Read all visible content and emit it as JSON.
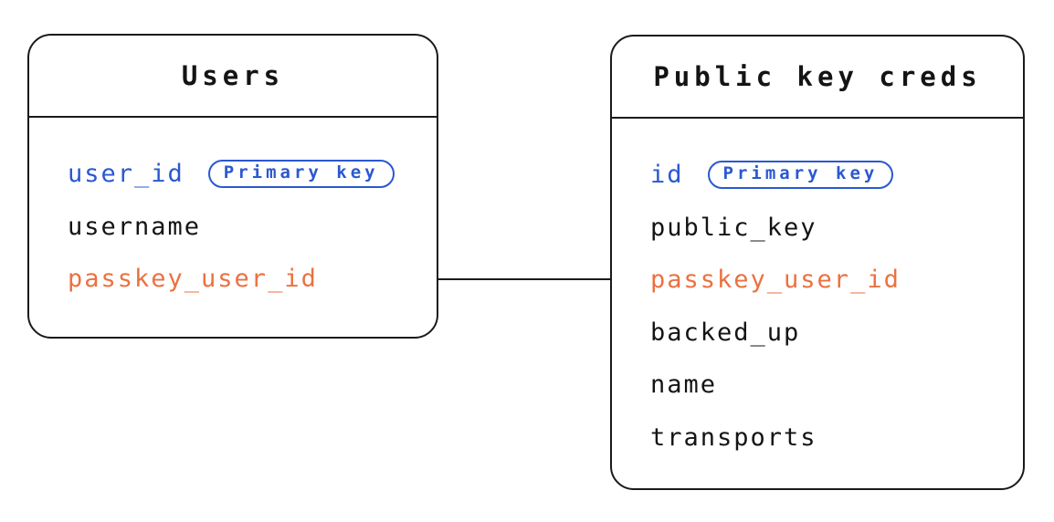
{
  "diagram": {
    "tables": [
      {
        "title": "Users",
        "fields": [
          {
            "name": "user_id",
            "badge": "Primary key"
          },
          {
            "name": "username"
          },
          {
            "name": "passkey_user_id"
          }
        ]
      },
      {
        "title": "Public key creds",
        "fields": [
          {
            "name": "id",
            "badge": "Primary key"
          },
          {
            "name": "public_key"
          },
          {
            "name": "passkey_user_id"
          },
          {
            "name": "backed_up"
          },
          {
            "name": "name"
          },
          {
            "name": "transports"
          }
        ]
      }
    ],
    "relationship": {
      "from_table": "Users",
      "from_field": "passkey_user_id",
      "to_table": "Public key creds",
      "to_field": "passkey_user_id"
    },
    "colors": {
      "primary_key_blue": "#2a58d0",
      "foreign_key_orange": "#eb7140",
      "border_black": "#1a1a1a",
      "text_black": "#141414",
      "background": "#ffffff"
    }
  }
}
